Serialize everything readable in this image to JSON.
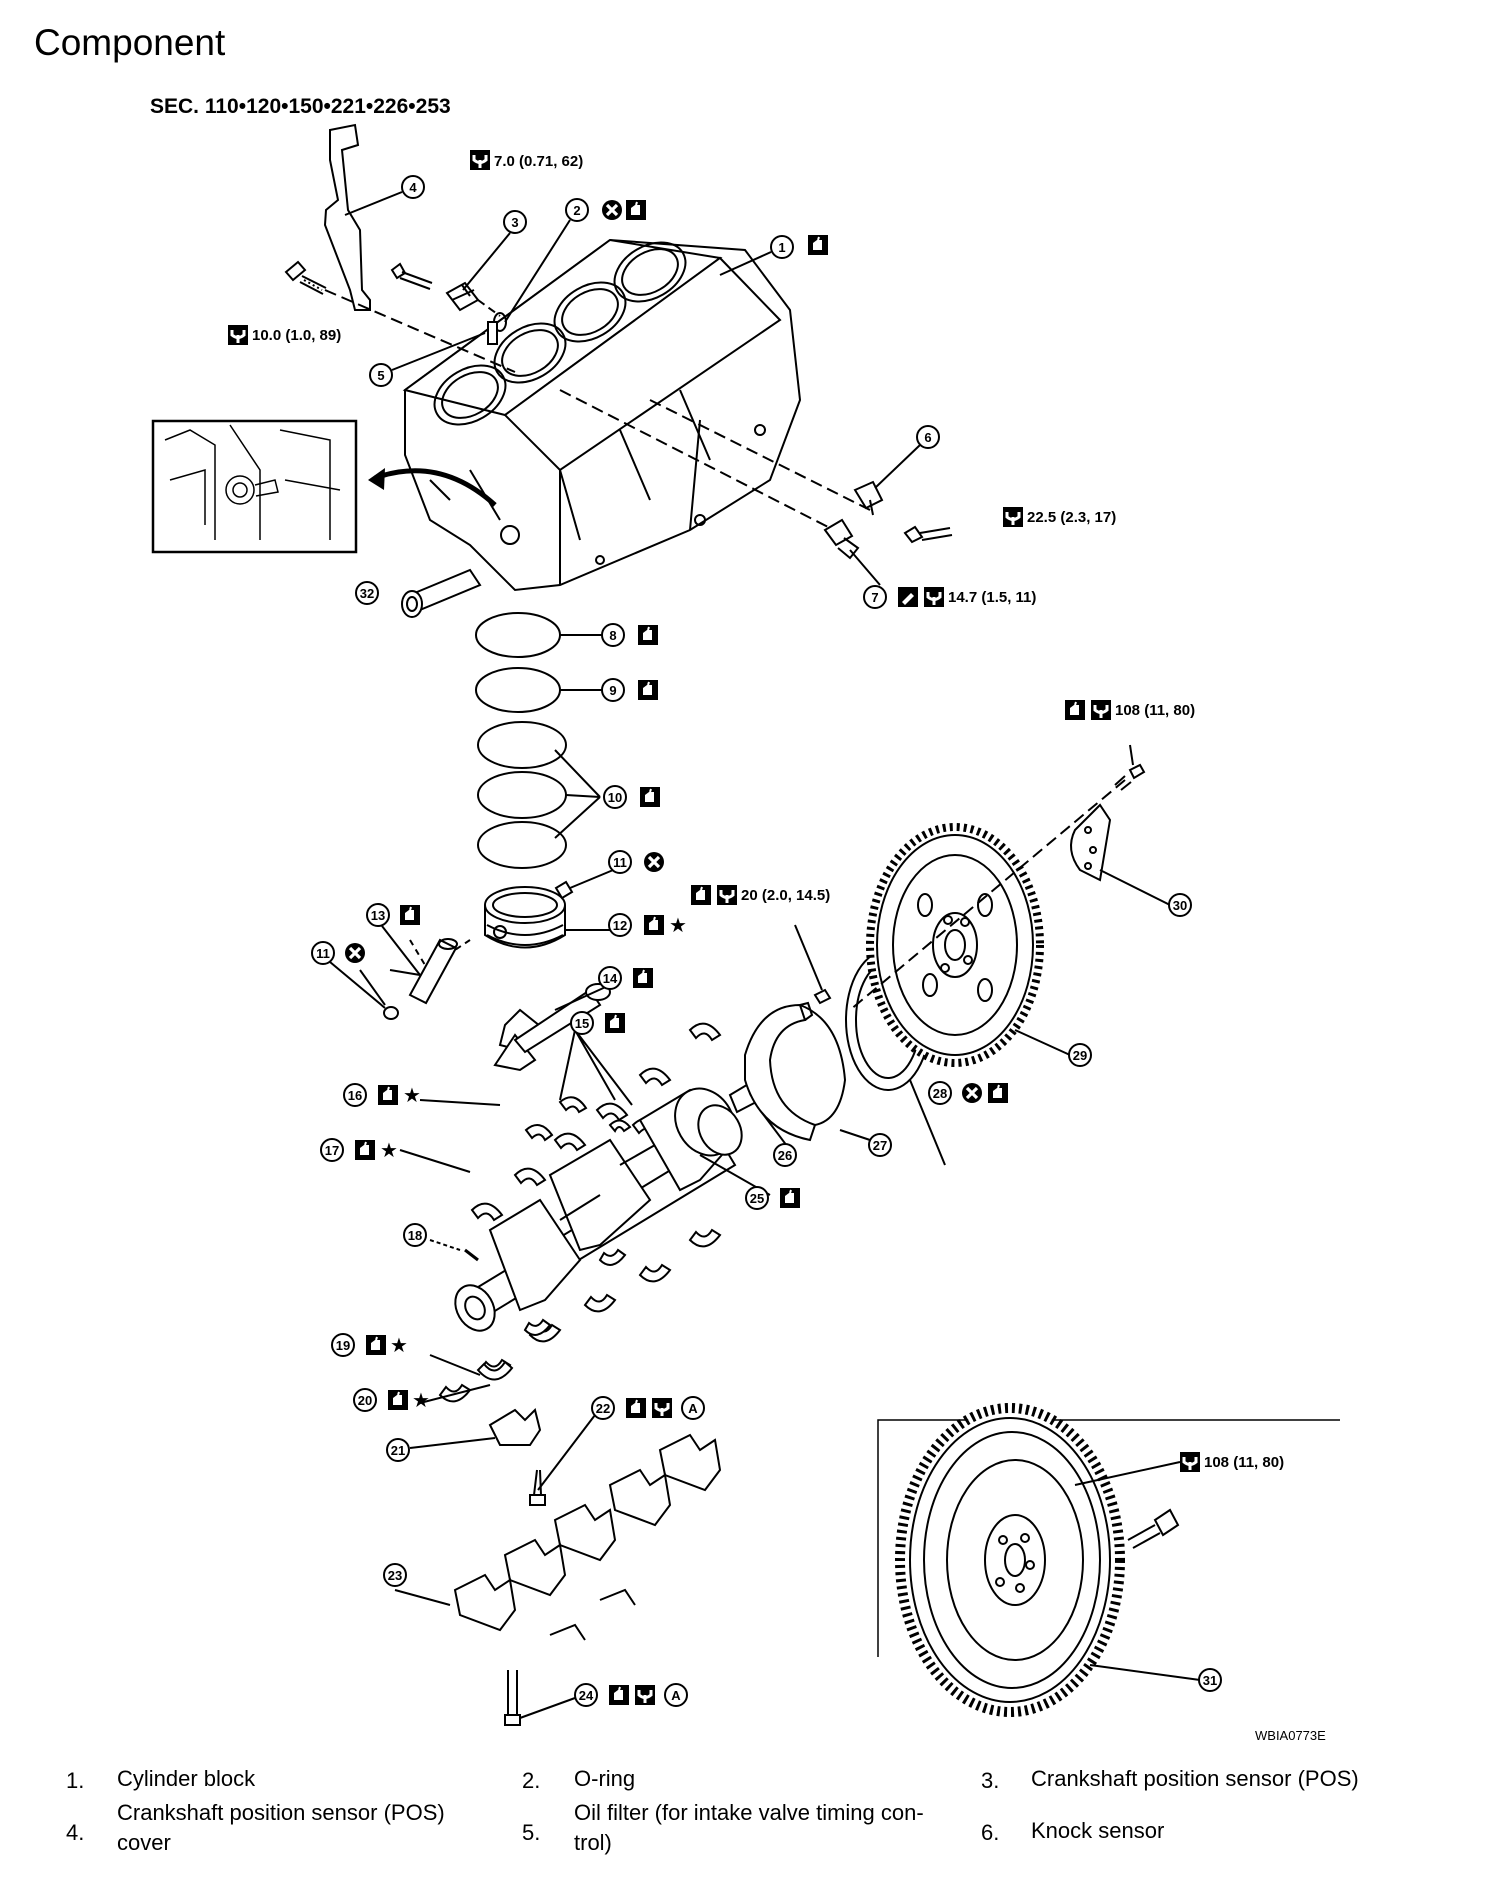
{
  "header": {
    "title": "Component",
    "sections": "SEC. 110•120•150•221•226•253"
  },
  "callouts": [
    {
      "id": "1",
      "label": "1"
    },
    {
      "id": "2",
      "label": "2"
    },
    {
      "id": "3",
      "label": "3"
    },
    {
      "id": "4",
      "label": "4"
    },
    {
      "id": "5",
      "label": "5"
    },
    {
      "id": "6",
      "label": "6"
    },
    {
      "id": "7",
      "label": "7"
    },
    {
      "id": "8",
      "label": "8"
    },
    {
      "id": "9",
      "label": "9"
    },
    {
      "id": "10",
      "label": "10"
    },
    {
      "id": "11",
      "label": "11"
    },
    {
      "id": "12",
      "label": "12"
    },
    {
      "id": "13",
      "label": "13"
    },
    {
      "id": "14",
      "label": "14"
    },
    {
      "id": "15",
      "label": "15"
    },
    {
      "id": "16",
      "label": "16"
    },
    {
      "id": "17",
      "label": "17"
    },
    {
      "id": "18",
      "label": "18"
    },
    {
      "id": "19",
      "label": "19"
    },
    {
      "id": "20",
      "label": "20"
    },
    {
      "id": "21",
      "label": "21"
    },
    {
      "id": "22",
      "label": "22"
    },
    {
      "id": "23",
      "label": "23"
    },
    {
      "id": "24",
      "label": "24"
    },
    {
      "id": "25",
      "label": "25"
    },
    {
      "id": "26",
      "label": "26"
    },
    {
      "id": "27",
      "label": "27"
    },
    {
      "id": "28",
      "label": "28"
    },
    {
      "id": "29",
      "label": "29"
    },
    {
      "id": "30",
      "label": "30"
    },
    {
      "id": "31",
      "label": "31"
    },
    {
      "id": "32",
      "label": "32"
    }
  ],
  "torques": {
    "t_pos_sensor": "7.0 (0.71, 62)",
    "t_cover": "10.0 (1.0, 89)",
    "t_knock": "22.5 (2.3, 17)",
    "t_oil_filter": "14.7 (1.5, 11)",
    "t_flywheel": "108 (11, 80)",
    "t_plate": "20 (2.0, 14.5)",
    "t_drive_plate": "108 (11, 80)"
  },
  "marker_letter": "A",
  "image_code": "WBIA0773E",
  "legend": [
    {
      "num": "1.",
      "text": "Cylinder block"
    },
    {
      "num": "2.",
      "text": "O-ring"
    },
    {
      "num": "3.",
      "text": "Crankshaft position sensor (POS)"
    },
    {
      "num": "4.",
      "text_line1": "Crankshaft position sensor (POS)",
      "text_line2": "cover"
    },
    {
      "num": "5.",
      "text_line1": "Oil filter (for intake valve timing con-",
      "text_line2": "trol)"
    },
    {
      "num": "6.",
      "text": "Knock sensor"
    }
  ],
  "icons": [
    "torque-wrench-icon",
    "oil-can-icon",
    "do-not-reuse-icon",
    "star-icon",
    "sealant-icon"
  ]
}
